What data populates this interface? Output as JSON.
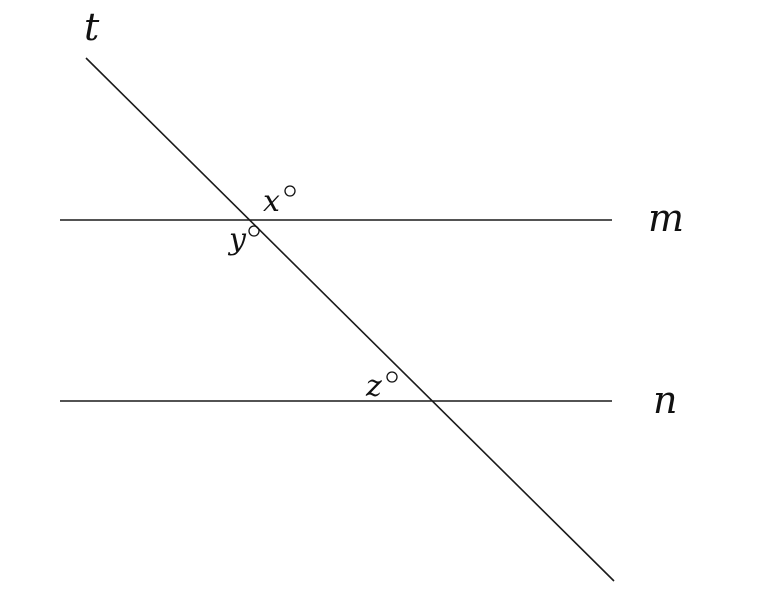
{
  "lines": {
    "transversal": {
      "label": "t"
    },
    "parallel_upper": {
      "label": "m"
    },
    "parallel_lower": {
      "label": "n"
    }
  },
  "angles": {
    "angle_x": {
      "variable": "x",
      "unit_symbol": "°"
    },
    "angle_y": {
      "variable": "y",
      "unit_symbol": "°"
    },
    "angle_z": {
      "variable": "z",
      "unit_symbol": "°"
    }
  },
  "colors": {
    "stroke": "#1a1a1a",
    "text": "#111111",
    "background": "#ffffff"
  }
}
